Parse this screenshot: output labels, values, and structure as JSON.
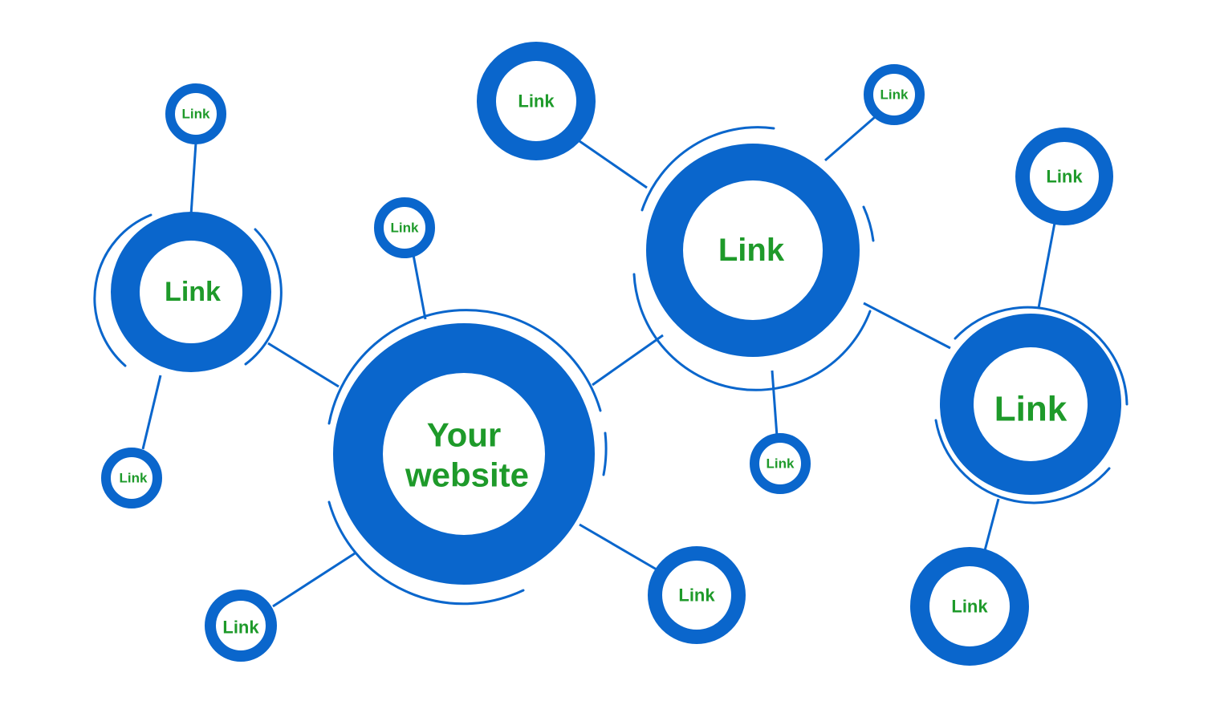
{
  "colors": {
    "ring": "#0a66cc",
    "text": "#1e9a2a",
    "background": "#ffffff"
  },
  "nodes": {
    "main": {
      "line1": "Your",
      "line2": "website"
    },
    "hub_left": {
      "label": "Link"
    },
    "hub_top": {
      "label": "Link"
    },
    "hub_right": {
      "label": "Link"
    },
    "leaf_top_left": {
      "label": "Link"
    },
    "leaf_bottom_left": {
      "label": "Link"
    },
    "leaf_main_top": {
      "label": "Link"
    },
    "leaf_main_bottom_left": {
      "label": "Link"
    },
    "leaf_main_bottom_right": {
      "label": "Link"
    },
    "leaf_top_center": {
      "label": "Link"
    },
    "leaf_top_right_small": {
      "label": "Link"
    },
    "leaf_center_small": {
      "label": "Link"
    },
    "leaf_right_top": {
      "label": "Link"
    },
    "leaf_right_bottom": {
      "label": "Link"
    }
  }
}
